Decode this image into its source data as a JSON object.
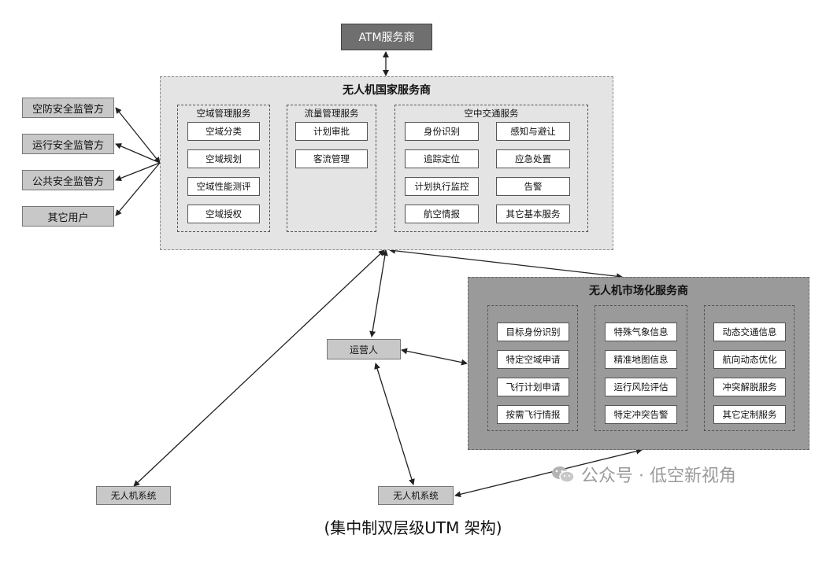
{
  "atm_provider": "ATM服务商",
  "national": {
    "title": "无人机国家服务商",
    "groups": [
      {
        "title": "空域管理服务",
        "items": [
          "空域分类",
          "空域规划",
          "空域性能测评",
          "空域授权"
        ]
      },
      {
        "title": "流量管理服务",
        "items": [
          "计划审批",
          "客流管理"
        ]
      },
      {
        "title": "空中交通服务",
        "items": [
          "身份识别",
          "感知与避让",
          "追踪定位",
          "应急处置",
          "计划执行监控",
          "告警",
          "航空情报",
          "其它基本服务"
        ]
      }
    ]
  },
  "regulators": [
    "空防安全监管方",
    "运行安全监管方",
    "公共安全监管方",
    "其它用户"
  ],
  "market": {
    "title": "无人机市场化服务商",
    "groups": [
      {
        "items": [
          "目标身份识别",
          "特定空域申请",
          "飞行计划申请",
          "按需飞行情报"
        ]
      },
      {
        "items": [
          "特殊气象信息",
          "精准地图信息",
          "运行风险评估",
          "特定冲突告警"
        ]
      },
      {
        "items": [
          "动态交通信息",
          "航向动态优化",
          "冲突解脱服务",
          "其它定制服务"
        ]
      }
    ]
  },
  "operator": "运营人",
  "uas_left": "无人机系统",
  "uas_right": "无人机系统",
  "watermark": "公众号 · 低空新视角",
  "caption": "(集中制双层级UTM 架构)"
}
